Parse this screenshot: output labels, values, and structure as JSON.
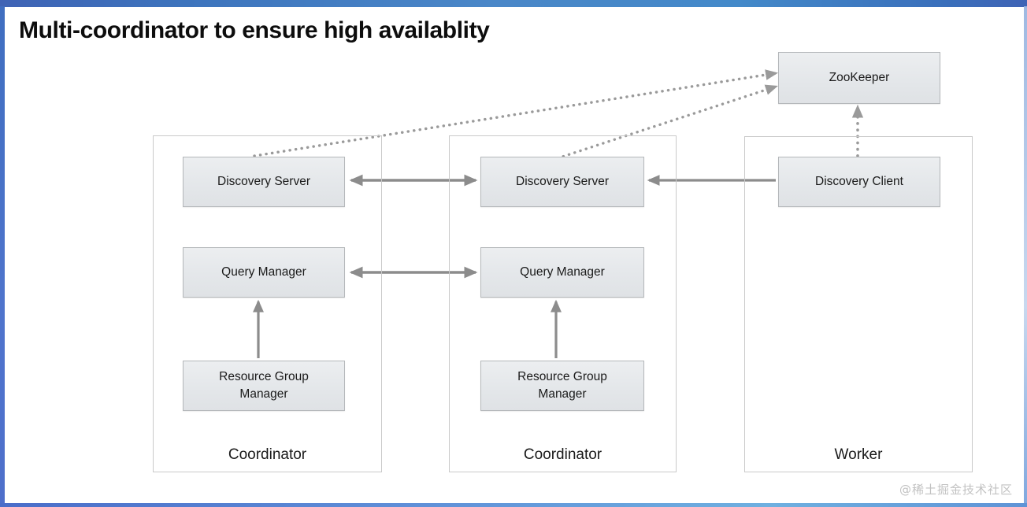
{
  "slide": {
    "title": "Multi-coordinator to ensure high availablity",
    "watermark": "@稀土掘金技术社区",
    "background": "#ffffff",
    "accent_gradient_start": "#3f63b5",
    "accent_gradient_end": "#4a87c8",
    "node_fill": "#e7eaed",
    "node_border": "#b4b7ba",
    "container_border": "#c9c9c9",
    "connector_color": "#8c8c8c"
  },
  "nodes": {
    "zookeeper": {
      "label": "ZooKeeper"
    },
    "left_coordinator": {
      "container_label": "Coordinator",
      "discovery_server": {
        "label": "Discovery Server"
      },
      "query_manager": {
        "label": "Query  Manager"
      },
      "resource_group_manager": {
        "line1": "Resource Group",
        "line2": "Manager"
      }
    },
    "middle_coordinator": {
      "container_label": "Coordinator",
      "discovery_server": {
        "label": "Discovery Server"
      },
      "query_manager": {
        "label": "Query  Manager"
      },
      "resource_group_manager": {
        "line1": "Resource Group",
        "line2": "Manager"
      }
    },
    "worker": {
      "container_label": "Worker",
      "discovery_client": {
        "label": "Discovery Client"
      }
    }
  },
  "connectors": [
    {
      "name": "left-discovery-server-to-zookeeper",
      "style": "dotted",
      "direction": "one-way"
    },
    {
      "name": "middle-discovery-server-to-zookeeper",
      "style": "dotted",
      "direction": "one-way"
    },
    {
      "name": "discovery-client-to-zookeeper",
      "style": "dotted",
      "direction": "one-way"
    },
    {
      "name": "discovery-server-to-discovery-server",
      "style": "solid",
      "direction": "two-way"
    },
    {
      "name": "query-manager-to-query-manager",
      "style": "solid",
      "direction": "two-way"
    },
    {
      "name": "discovery-client-to-middle-discovery-server",
      "style": "solid",
      "direction": "one-way"
    },
    {
      "name": "left-resource-group-manager-to-query-manager",
      "style": "solid",
      "direction": "one-way"
    },
    {
      "name": "middle-resource-group-manager-to-query-manager",
      "style": "solid",
      "direction": "one-way"
    }
  ]
}
